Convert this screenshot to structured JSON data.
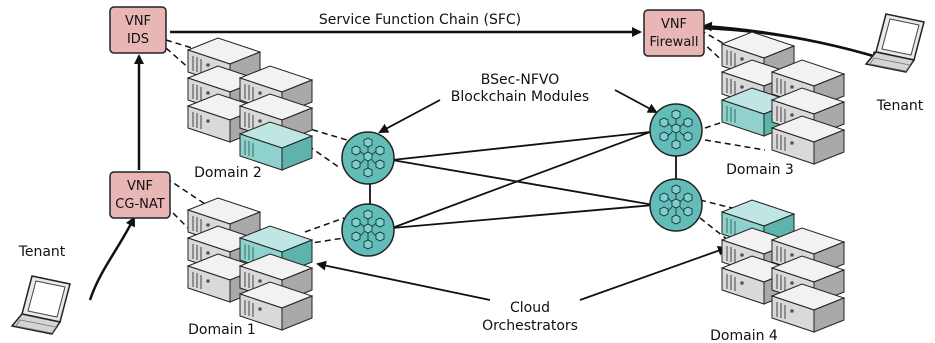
{
  "diagram": {
    "sfc_label": "Service Function Chain (SFC)",
    "bsec_label_line1": "BSec-NFVO",
    "bsec_label_line2": "Blockchain Modules",
    "orchestrators_line1": "Cloud",
    "orchestrators_line2": "Orchestrators",
    "vnfs": [
      {
        "line1": "VNF",
        "line2": "IDS"
      },
      {
        "line1": "VNF",
        "line2": "CG-NAT"
      },
      {
        "line1": "VNF",
        "line2": "Firewall"
      }
    ],
    "domains": [
      "Domain 1",
      "Domain 2",
      "Domain 3",
      "Domain 4"
    ],
    "tenants": [
      "Tenant",
      "Tenant"
    ],
    "colors": {
      "vnf_fill": "#e8b7b5",
      "blockchain_fill": "#62bdb8",
      "server_gray": "#d8d8d8",
      "server_highlight": "#79c9c4"
    }
  }
}
